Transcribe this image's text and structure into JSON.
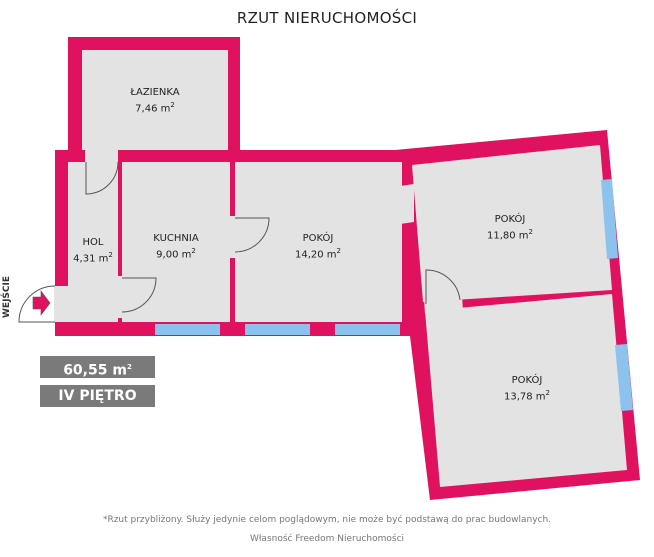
{
  "title": "RZUT NIERUCHOMOŚCI",
  "rooms": [
    {
      "name": "ŁAZIENKA",
      "area": "7,46 m",
      "unit_exp": "2"
    },
    {
      "name": "HOL",
      "area": "4,31 m",
      "unit_exp": "2"
    },
    {
      "name": "KUCHNIA",
      "area": "9,00 m",
      "unit_exp": "2"
    },
    {
      "name": "POKÓJ",
      "area": "14,20 m",
      "unit_exp": "2"
    },
    {
      "name": "POKÓJ",
      "area": "11,80 m",
      "unit_exp": "2"
    },
    {
      "name": "POKÓJ",
      "area": "13,78 m",
      "unit_exp": "2"
    }
  ],
  "entrance_label": "WEJŚCIE",
  "total_area": "60,55 m",
  "total_area_exp": "2",
  "floor": "IV PIĘTRO",
  "disclaimer": "*Rzut przybliżony. Służy jedynie celom poglądowym, nie może być podstawą do prac budowlanych.",
  "ownership": "Własność Freedom Nieruchomości",
  "colors": {
    "wall": "#e0115f",
    "floor": "#e3e3e3",
    "window": "#8cc3ee",
    "badge": "#7a7a7a"
  }
}
